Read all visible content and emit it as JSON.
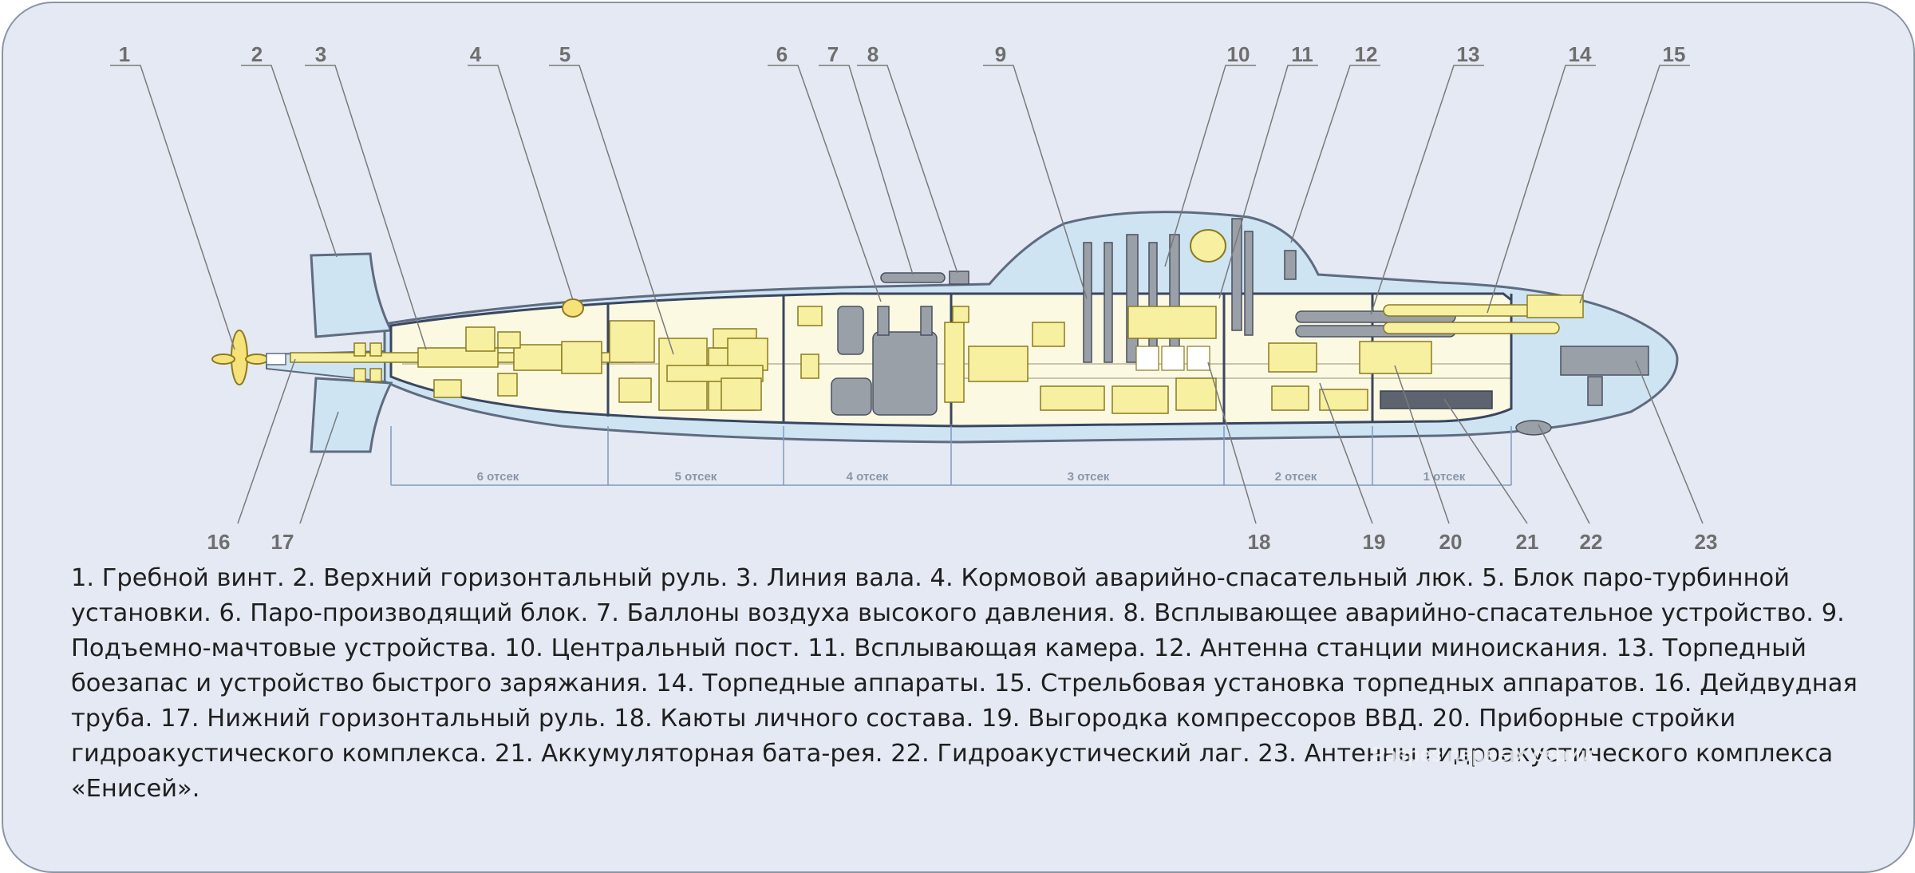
{
  "colors": {
    "background": "#e4e9f3",
    "hull_water": "#cfe4f3",
    "interior": "#fbf9e2",
    "equipment": "#f7f0a0",
    "machinery_gray": "#9aa0a8",
    "leader_line": "#7a7a7a"
  },
  "callouts": [
    "1",
    "2",
    "3",
    "4",
    "5",
    "6",
    "7",
    "8",
    "9",
    "10",
    "11",
    "12",
    "13",
    "14",
    "15",
    "16",
    "17",
    "18",
    "19",
    "20",
    "21",
    "22",
    "23"
  ],
  "compartments": [
    "6 отсек",
    "5 отсек",
    "4 отсек",
    "3 отсек",
    "2 отсек",
    "1 отсек"
  ],
  "caption": "1. Гребной винт. 2. Верхний горизонтальный руль. 3. Линия вала. 4. Кормовой аварийно-спасательный люк. 5. Блок паро-турбинной установки. 6. Паро-производящий блок. 7. Баллоны воздуха высокого давления. 8. Всплывающее аварийно-спасательное устройство. 9. Подъемно-мачтовые устройства. 10. Центральный пост. 11. Всплывающая камера. 12. Антенна станции миноискания. 13. Торпедный боезапас и устройство быстрого заряжания. 14. Торпедные аппараты. 15. Стрельбовая установка торпедных аппаратов. 16. Дейдвудная труба. 17. Нижний горизонтальный руль. 18. Каюты личного состава. 19. Выгородка компрессоров ВВД. 20. Приборные стройки гидроакустического комплекса. 21. Аккумуляторная бата-рея. 22. Гидроакустический лаг. 23. Антенны гидроакустического комплекса «Енисей».",
  "watermark": "Разрез первых серий"
}
